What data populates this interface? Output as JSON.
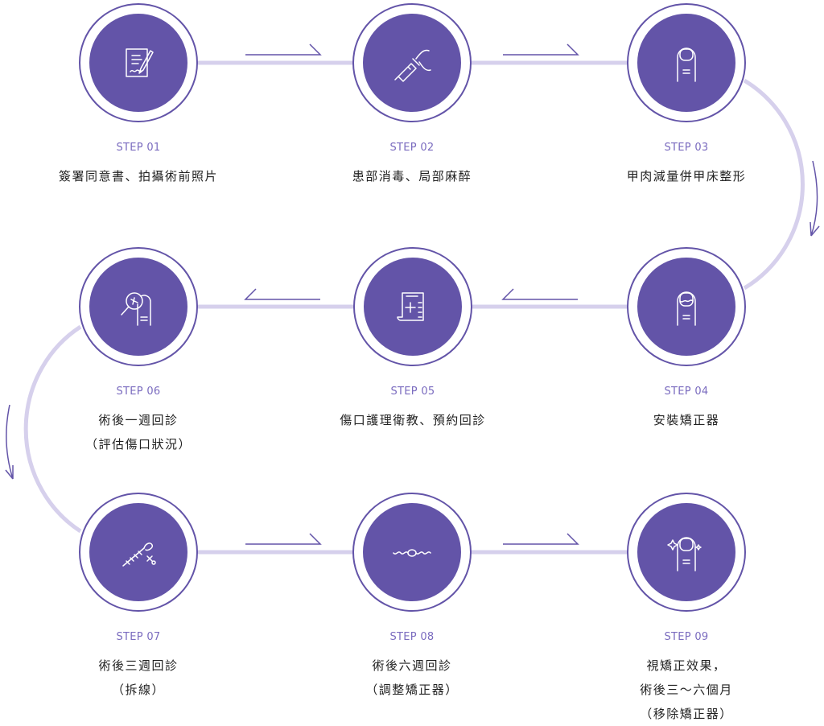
{
  "colors": {
    "primary": "#6354a8",
    "connector": "#d6d0ec",
    "label": "#7a6bbf",
    "text": "#222222"
  },
  "steps": [
    {
      "label": "STEP 01",
      "lines": [
        "簽署同意書、拍攝術前照片"
      ],
      "icon": "document-sign-icon"
    },
    {
      "label": "STEP 02",
      "lines": [
        "患部消毒、局部麻醉"
      ],
      "icon": "syringe-icon"
    },
    {
      "label": "STEP 03",
      "lines": [
        "甲肉減量併甲床整形"
      ],
      "icon": "nail-icon"
    },
    {
      "label": "STEP 04",
      "lines": [
        "安裝矯正器"
      ],
      "icon": "nail-brace-icon"
    },
    {
      "label": "STEP 05",
      "lines": [
        "傷口護理衛教、預約回診"
      ],
      "icon": "medical-scroll-icon"
    },
    {
      "label": "STEP 06",
      "lines": [
        "術後一週回診",
        "（評估傷口狀況）"
      ],
      "icon": "magnifier-nail-icon"
    },
    {
      "label": "STEP 07",
      "lines": [
        "術後三週回診",
        "（拆線）"
      ],
      "icon": "stitches-scissors-icon"
    },
    {
      "label": "STEP 08",
      "lines": [
        "術後六週回診",
        "（調整矯正器）"
      ],
      "icon": "brace-wire-icon"
    },
    {
      "label": "STEP 09",
      "lines": [
        "視矯正效果，",
        "術後三～六個月",
        "（移除矯正器）"
      ],
      "icon": "sparkle-nail-icon"
    }
  ]
}
